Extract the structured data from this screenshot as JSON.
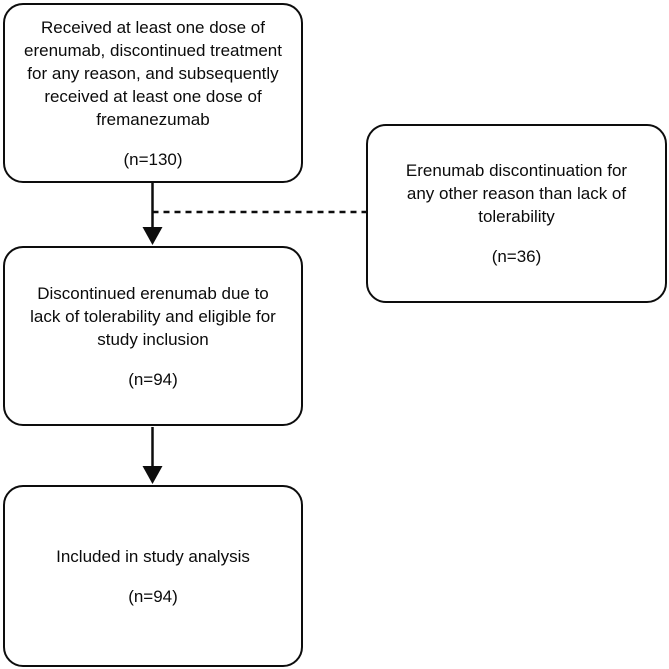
{
  "figure": {
    "type": "flowchart",
    "background_color": "#ffffff",
    "stroke_color": "#0d0d0d",
    "text_color": "#0b0b0b",
    "boxes": [
      {
        "id": "cohort",
        "text": "Received at least one dose of\nerenumab, discontinued treatment\nfor any reason, and subsequently\nreceived at least one dose of\nfremanezumab",
        "count": "(n=130)"
      },
      {
        "id": "excluded",
        "text": "Erenumab discontinuation for\nany other reason than lack of\ntolerability",
        "count": "(n=36)"
      },
      {
        "id": "eligible",
        "text": "Discontinued erenumab due to\nlack of tolerability and eligible for\nstudy inclusion",
        "count": "(n=94)"
      },
      {
        "id": "analysis",
        "text": "Included in study analysis",
        "count": "(n=94)"
      }
    ],
    "connectors": [
      {
        "id": "cohort-to-eligible",
        "style": "solid-arrow-down"
      },
      {
        "id": "cohort-to-excluded",
        "style": "dashed-line-right"
      },
      {
        "id": "eligible-to-analysis",
        "style": "solid-arrow-down"
      }
    ]
  }
}
